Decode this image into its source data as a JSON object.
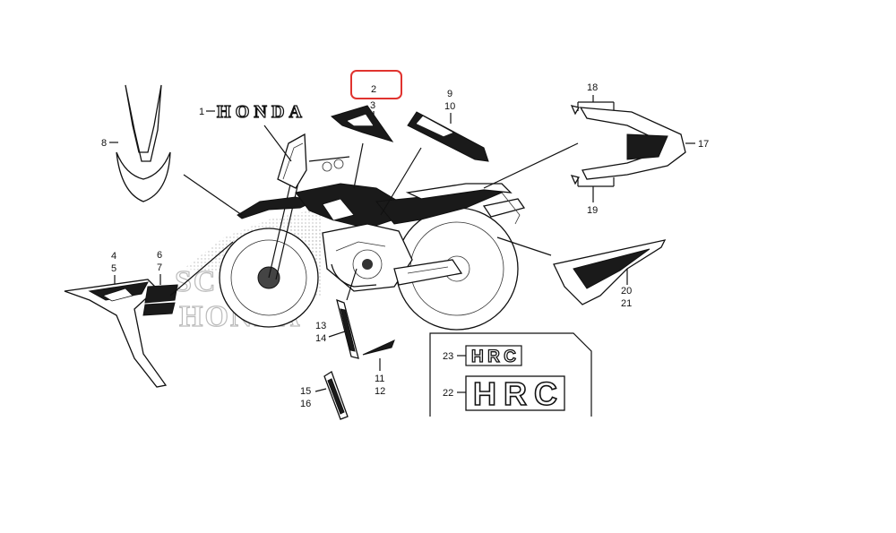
{
  "logo": {
    "text": "HONDA"
  },
  "hrc": {
    "small": "HRC",
    "large": "HRC"
  },
  "ghost": {
    "line1": "SC",
    "line2": "HONDA"
  },
  "callouts": {
    "p1": "1",
    "p2": "2",
    "p3": "3",
    "p4": "4",
    "p5": "5",
    "p6": "6",
    "p7": "7",
    "p8": "8",
    "p9": "9",
    "p10": "10",
    "p11": "11",
    "p12": "12",
    "p13": "13",
    "p14": "14",
    "p15": "15",
    "p16": "16",
    "p17": "17",
    "p18": "18",
    "p19": "19",
    "p20": "20",
    "p21": "21",
    "p22": "22",
    "p23": "23"
  },
  "highlight": {
    "color": "#e0332f",
    "target_part": "2"
  },
  "colors": {
    "line": "#111111",
    "decal_dark": "#1a1a1a",
    "ghost": "#bbbbbb"
  }
}
